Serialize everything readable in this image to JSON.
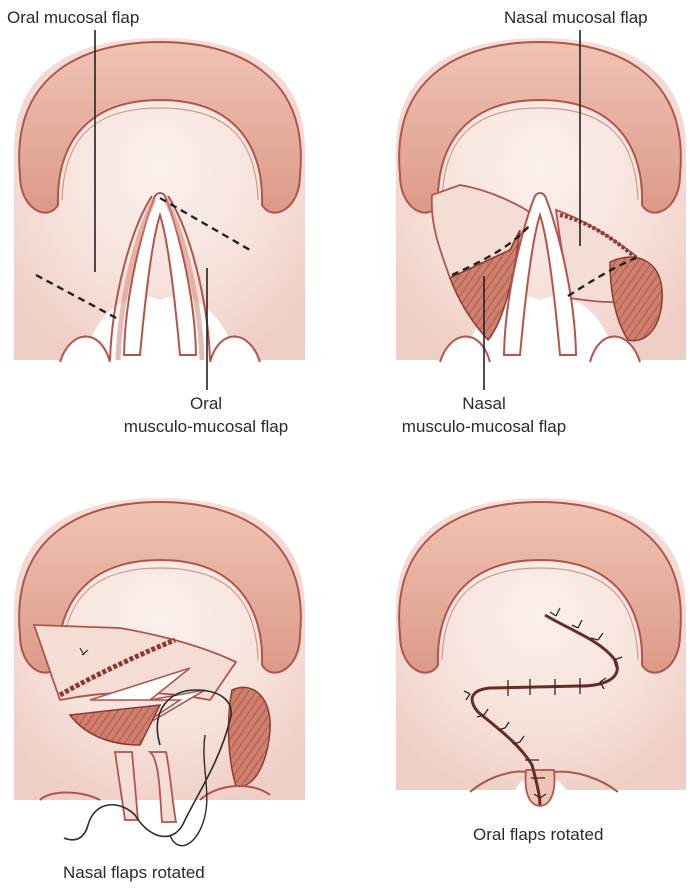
{
  "labels": {
    "oral_mucosal_flap": "Oral mucosal flap",
    "nasal_mucosal_flap": "Nasal mucosal flap",
    "oral_mm_line1": "Oral",
    "oral_mm_line2": "musculo-mucosal flap",
    "nasal_mm_line1": "Nasal",
    "nasal_mm_line2": "musculo-mucosal flap",
    "nasal_flaps_rotated": "Nasal flaps rotated",
    "oral_flaps_rotated": "Oral flaps rotated"
  },
  "colors": {
    "tissue_outer": "#f3d3ca",
    "tissue_fill": "#ecbcb0",
    "lip_fill": "#e6a99a",
    "outline": "#b2544a",
    "muscle": "#c76e5e",
    "suture": "#2b2b2b"
  }
}
